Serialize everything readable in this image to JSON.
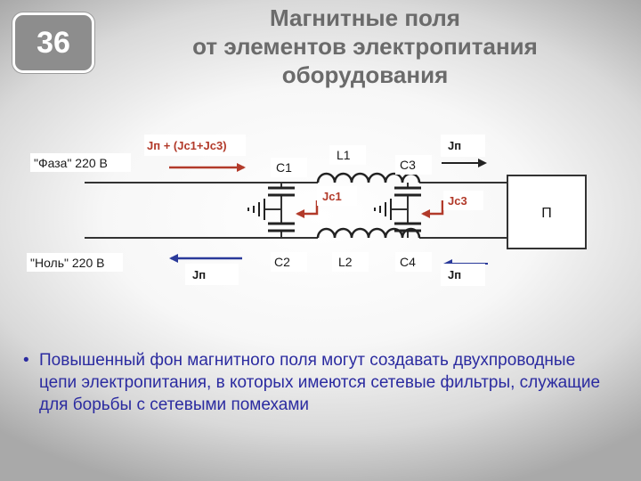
{
  "slide_number": "36",
  "title": {
    "line1": "Магнитные  поля",
    "line2": "от элементов электропитания",
    "line3": "оборудования"
  },
  "diagram": {
    "phase_label": "\"Фаза\" 220 В",
    "neutral_label": "\"Ноль\" 220 В",
    "current_top": "Jп + (Jс1+Jс3)",
    "current_bottom": "Jп",
    "current_out_top": "Jп",
    "current_out_bottom": "Jп",
    "jc1": "Jс1",
    "jc3": "Jс3",
    "c1": "C1",
    "c2": "C2",
    "c3": "C3",
    "c4": "C4",
    "l1": "L1",
    "l2": "L2",
    "load": "П",
    "colors": {
      "red": "#b23a2a",
      "blue": "#2a3a9a",
      "wire": "#333333"
    }
  },
  "bullet": "Повышенный фон магнитного поля могут создавать двухпроводные цепи электропитания, в которых имеются сетевые фильтры, служащие для борьбы с сетевыми помехами"
}
